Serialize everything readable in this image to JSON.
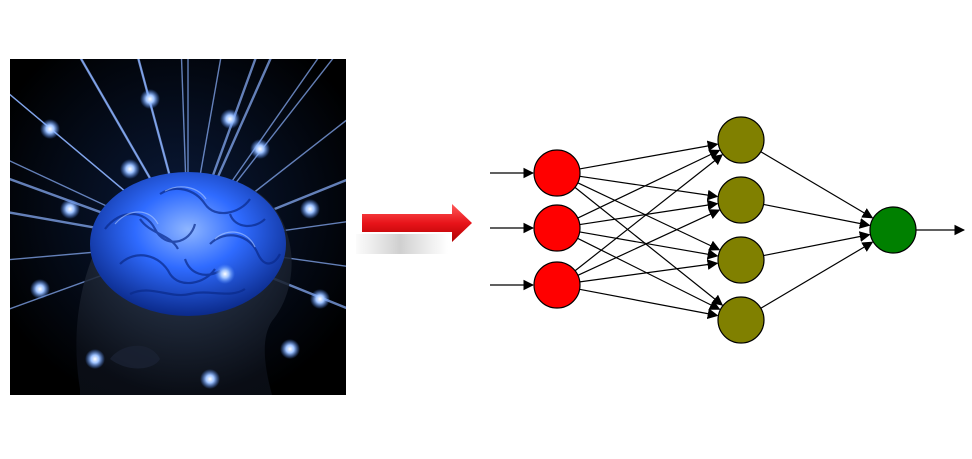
{
  "colors": {
    "brain_background": "#000000",
    "brain_glow": "#2f6bff",
    "transition_arrow": "#e8141a",
    "input_node": "#ff0000",
    "hidden_node": "#808000",
    "output_node": "#008000",
    "edge": "#000000"
  },
  "illustration": {
    "icon": "glowing-brain-head-icon"
  },
  "network": {
    "layers": [
      {
        "role": "input",
        "count": 3
      },
      {
        "role": "hidden",
        "count": 4
      },
      {
        "role": "output",
        "count": 1
      }
    ],
    "input_arrows": 3,
    "output_arrows": 1,
    "fully_connected": true
  }
}
